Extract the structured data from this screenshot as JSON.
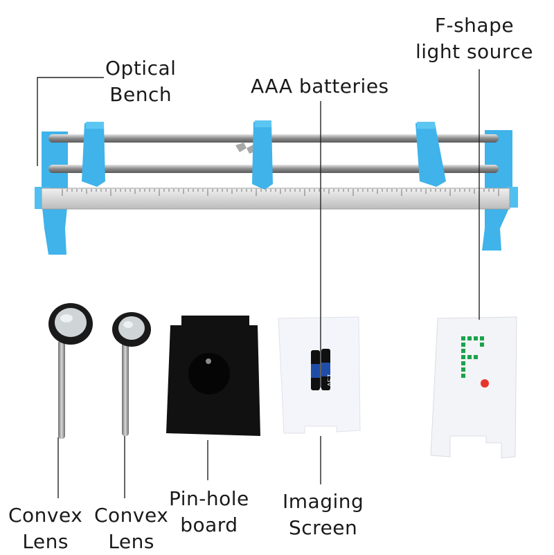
{
  "labels": {
    "optical_bench": {
      "line1": "Optical",
      "line2": "Bench"
    },
    "batteries": {
      "line1": "AAA batteries"
    },
    "light_source": {
      "line1": "F-shape",
      "line2": "light source"
    },
    "lens1": {
      "line1": "Convex",
      "line2": "Lens"
    },
    "lens2": {
      "line1": "Convex",
      "line2": "Lens"
    },
    "pinhole": {
      "line1": "Pin-hole",
      "line2": "board"
    },
    "screen": {
      "line1": "Imaging",
      "line2": "Screen"
    }
  },
  "battery_text": "1.5V",
  "light_letter": "F",
  "colors": {
    "bench_blue": "#3fb3ea",
    "rod_gray": "#9a9a9a",
    "ruler_silver": "#d9d9d9",
    "board_black": "#111111",
    "led_green": "#1aa34a",
    "led_red": "#e8352b"
  }
}
